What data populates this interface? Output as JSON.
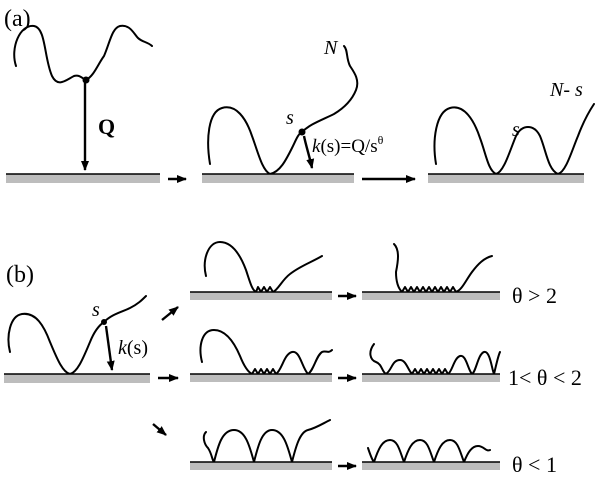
{
  "panel_a": {
    "label": "(a)",
    "rate_symbol": "Q",
    "chain_length": "N",
    "monomer_index": "s",
    "rate_k": "k",
    "rate_arg": "(s)",
    "rate_eq": "=Q/s",
    "rate_exp": "θ",
    "remaining_prefix": "N",
    "remaining_suffix": "- s",
    "adsorbed_index": "s"
  },
  "panel_b": {
    "label": "(b)",
    "monomer_index": "s",
    "rate_k": "k",
    "rate_arg": "(s)",
    "regime_high": "θ > 2",
    "regime_mid": "1< θ < 2",
    "regime_low": "θ < 1"
  }
}
